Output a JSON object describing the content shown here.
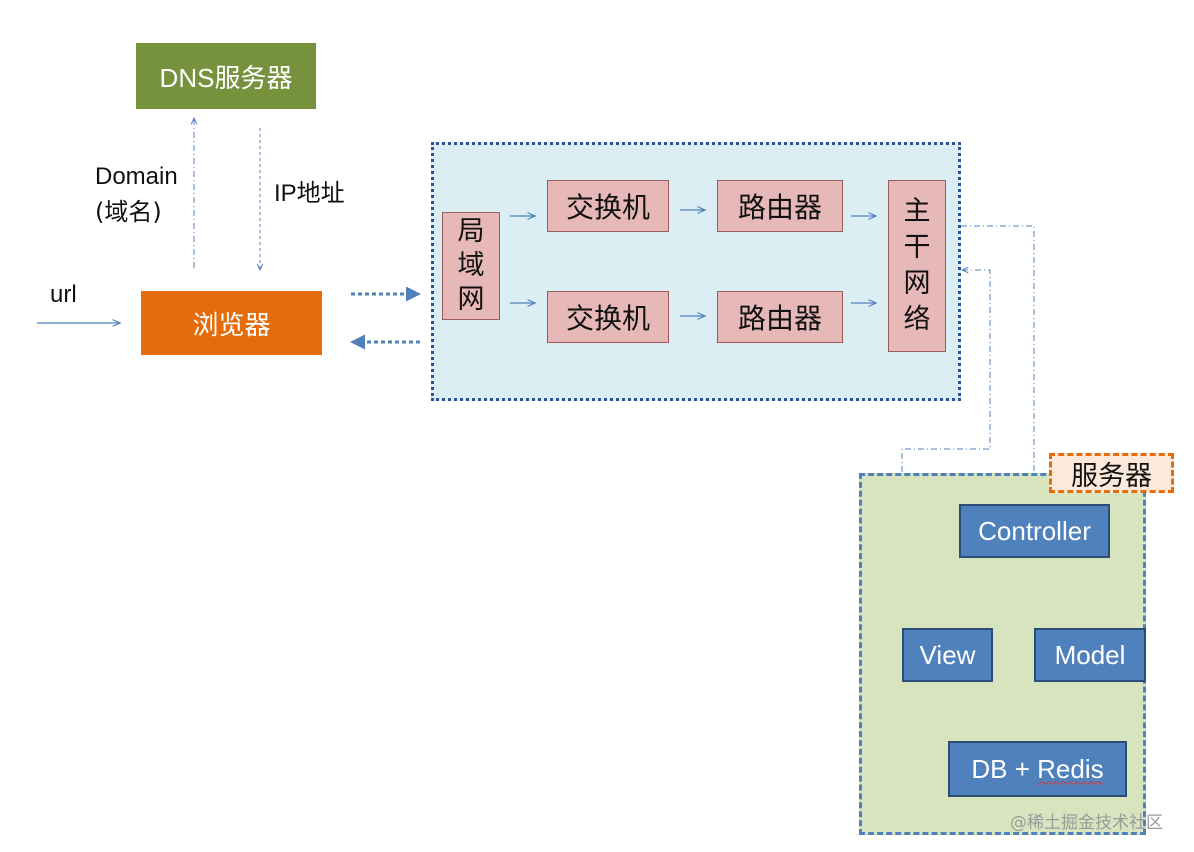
{
  "dns": {
    "label": "DNS服务器"
  },
  "browser": {
    "label": "浏览器"
  },
  "labels": {
    "domain": "Domain",
    "domain_cn": "(域名)",
    "ip": "IP地址",
    "url": "url"
  },
  "network": {
    "lan": "局域网",
    "switch1": "交换机",
    "switch2": "交换机",
    "router1": "路由器",
    "router2": "路由器",
    "backbone": "主干网络"
  },
  "server": {
    "tag": "服务器",
    "controller": "Controller",
    "view": "View",
    "model": "Model",
    "db_prefix": "DB + ",
    "db_name": "Redis"
  },
  "watermark": "@稀土掘金技术社区",
  "colors": {
    "dns_fill": "#76923c",
    "browser_fill": "#e46c0a",
    "network_fill": "#dbeef4",
    "device_fill": "#e6b9b8",
    "server_fill": "#d7e4bd",
    "mvc_fill": "#4f81bd",
    "connector": "#4f81bd"
  }
}
